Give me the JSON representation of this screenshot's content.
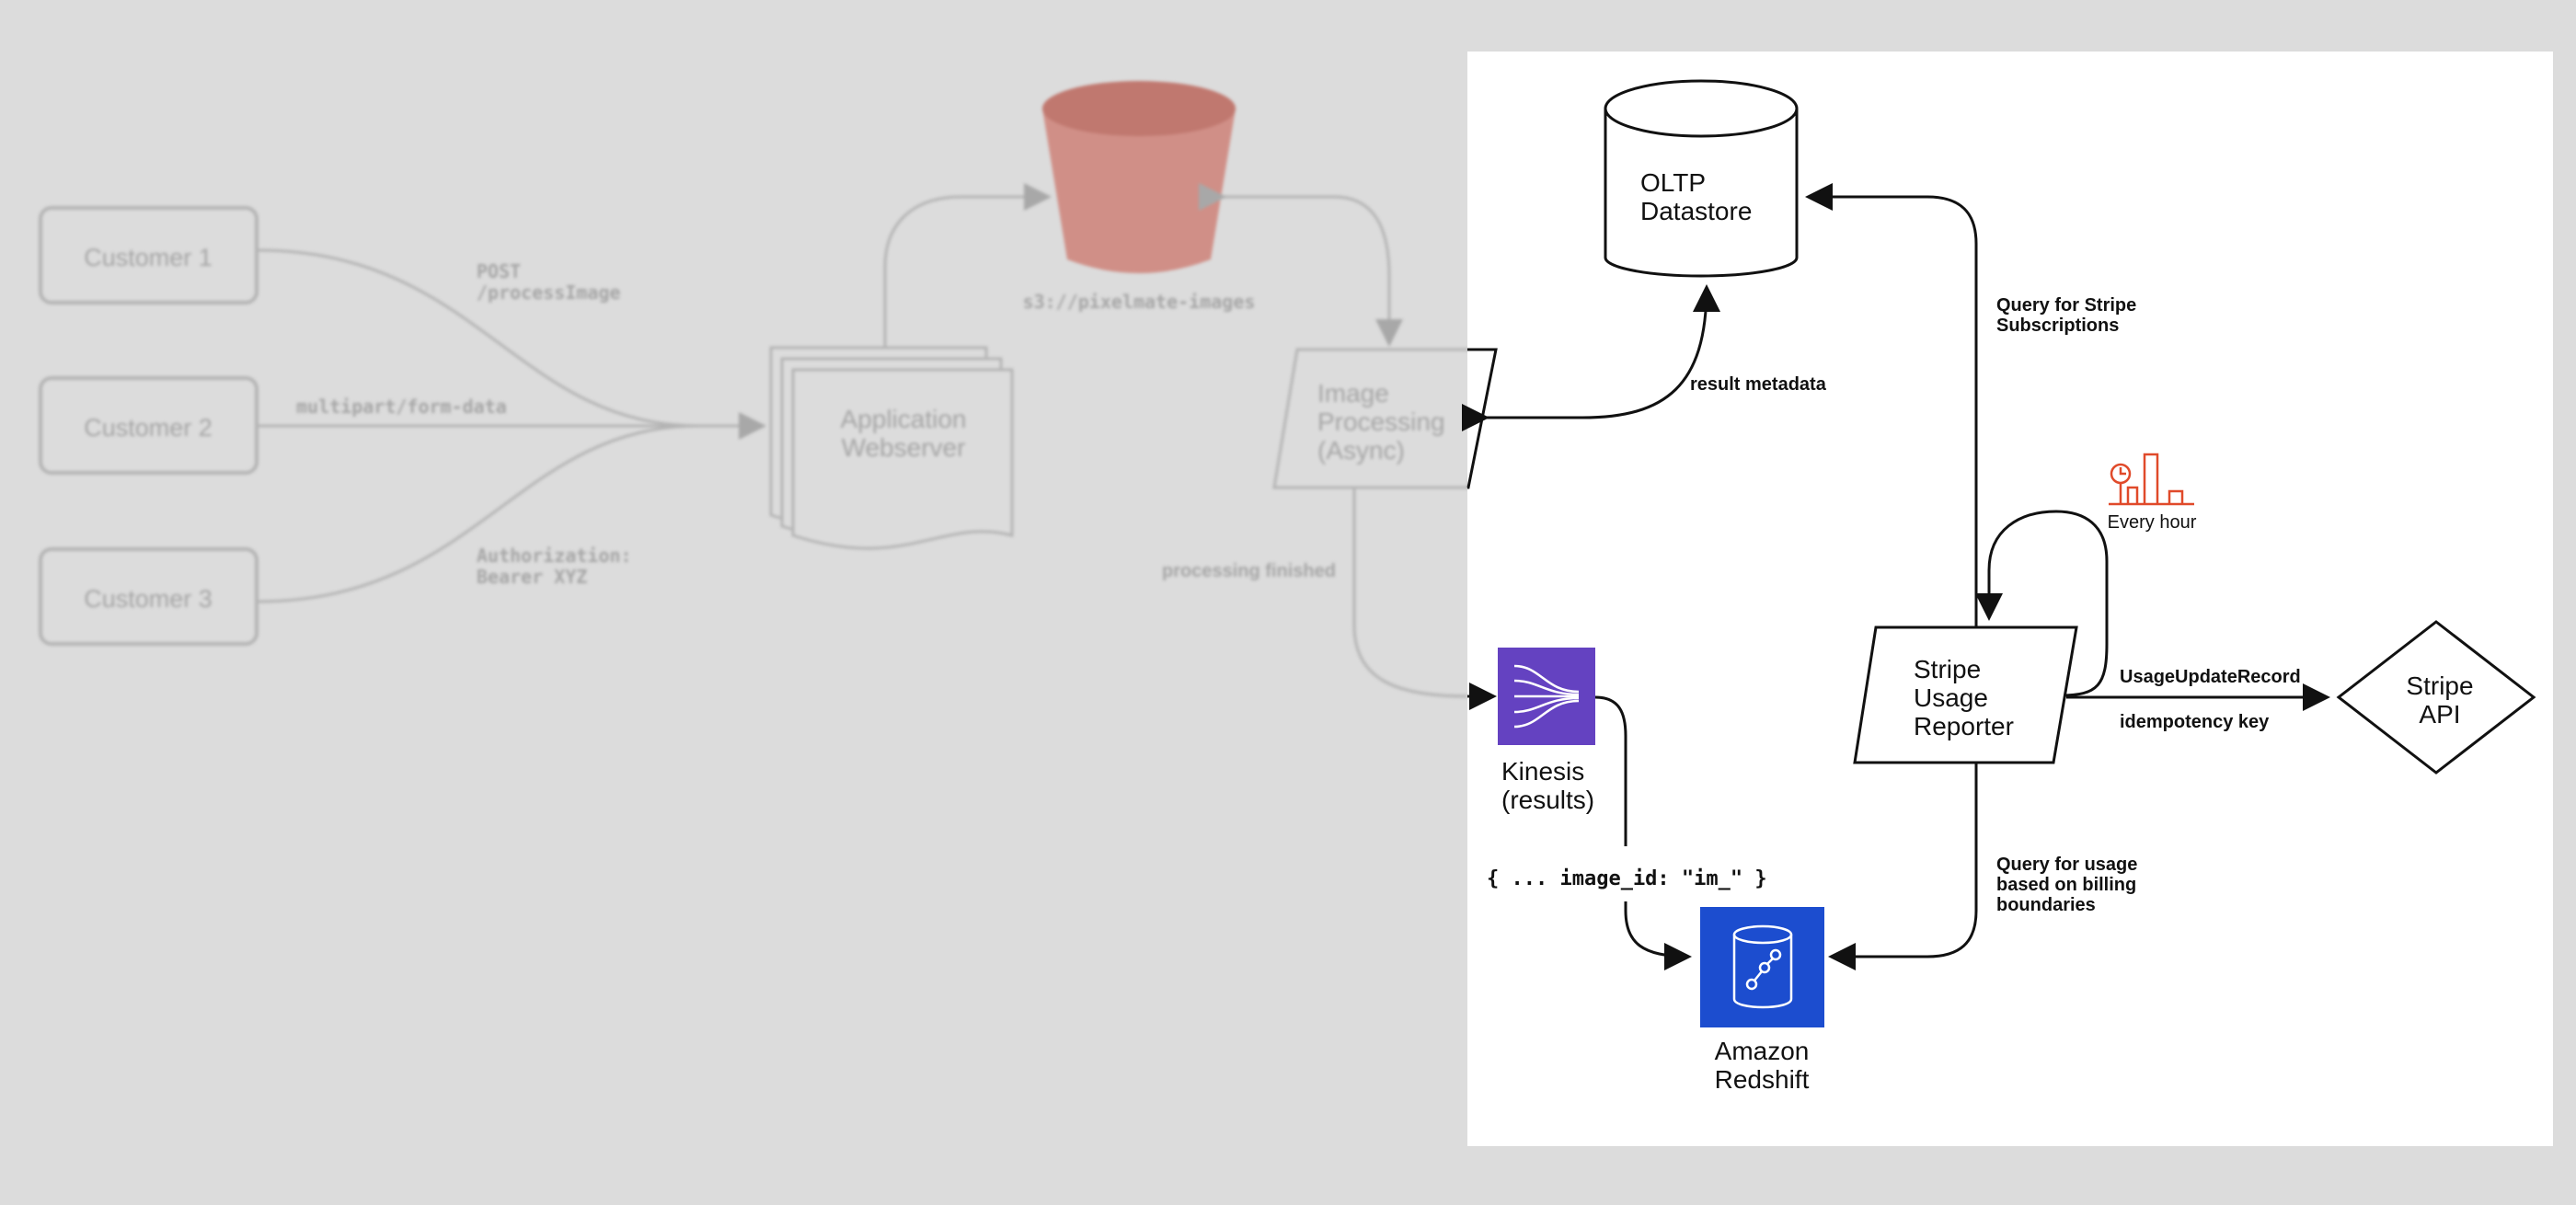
{
  "background_section": {
    "customers": [
      "Customer 1",
      "Customer 2",
      "Customer 3"
    ],
    "request_labels": {
      "post_line1": "POST",
      "post_line2": "/processImage",
      "multipart": "multipart/form-data",
      "auth_line1": "Authorization:",
      "auth_line2": "Bearer XYZ"
    },
    "webserver": {
      "line1": "Application",
      "line2": "Webserver"
    },
    "bucket_label": "s3://pixelmate-images",
    "image_processing": {
      "line1": "Image",
      "line2": "Processing",
      "line3": "(Async)"
    },
    "processing_finished": "processing finished"
  },
  "focus_section": {
    "oltp": {
      "line1": "OLTP",
      "line2": "Datastore"
    },
    "result_metadata": "result metadata",
    "query_subscriptions": {
      "line1": "Query for Stripe",
      "line2": "Subscriptions"
    },
    "schedule": {
      "label": "Every hour",
      "icon": "clock-bar-chart-icon"
    },
    "reporter": {
      "line1": "Stripe",
      "line2": "Usage",
      "line3": "Reporter"
    },
    "usage_update_record": "UsageUpdateRecord",
    "idempotency_key": "idempotency key",
    "stripe_api": {
      "line1": "Stripe",
      "line2": "API"
    },
    "kinesis": {
      "line1": "Kinesis",
      "line2": "(results)",
      "icon": "kinesis-streams-icon"
    },
    "payload_snippet": "{ ... image_id: \"im_\" }",
    "query_usage": {
      "line1": "Query for usage",
      "line2": "based on billing",
      "line3": "boundaries"
    },
    "redshift": {
      "line1": "Amazon",
      "line2": "Redshift",
      "icon": "redshift-database-icon"
    }
  },
  "colors": {
    "page_background": "#dcdcdc",
    "focus_panel": "#ffffff",
    "bucket": "#d08f87",
    "kinesis": "#6442c1",
    "redshift": "#1c4dcf",
    "schedule_icon": "#e04a2a",
    "faded_stroke": "#b4b4b4",
    "faded_text": "#a5a5a5"
  }
}
